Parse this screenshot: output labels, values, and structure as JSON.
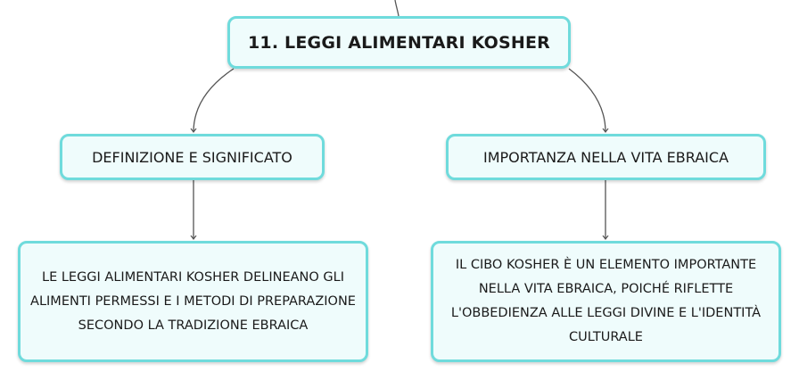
{
  "diagram": {
    "root": {
      "label": "11. LEGGI ALIMENTARI KOSHER"
    },
    "branches": [
      {
        "label": "DEFINIZIONE E SIGNIFICATO",
        "detail": "LE LEGGI ALIMENTARI KOSHER DELINEANO GLI ALIMENTI PERMESSI E I METODI DI PREPARAZIONE SECONDO LA TRADIZIONE EBRAICA"
      },
      {
        "label": "IMPORTANZA NELLA VITA EBRAICA",
        "detail": "IL CIBO KOSHER È UN ELEMENTO IMPORTANTE NELLA VITA EBRAICA, POICHÉ RIFLETTE L'OBBEDIENZA ALLE LEGGI DIVINE E L'IDENTITÀ CULTURALE"
      }
    ],
    "colors": {
      "node_border": "#6fdbdc",
      "node_fill": "#effcfc",
      "connector": "#555555",
      "text": "#1a1a1a"
    }
  }
}
